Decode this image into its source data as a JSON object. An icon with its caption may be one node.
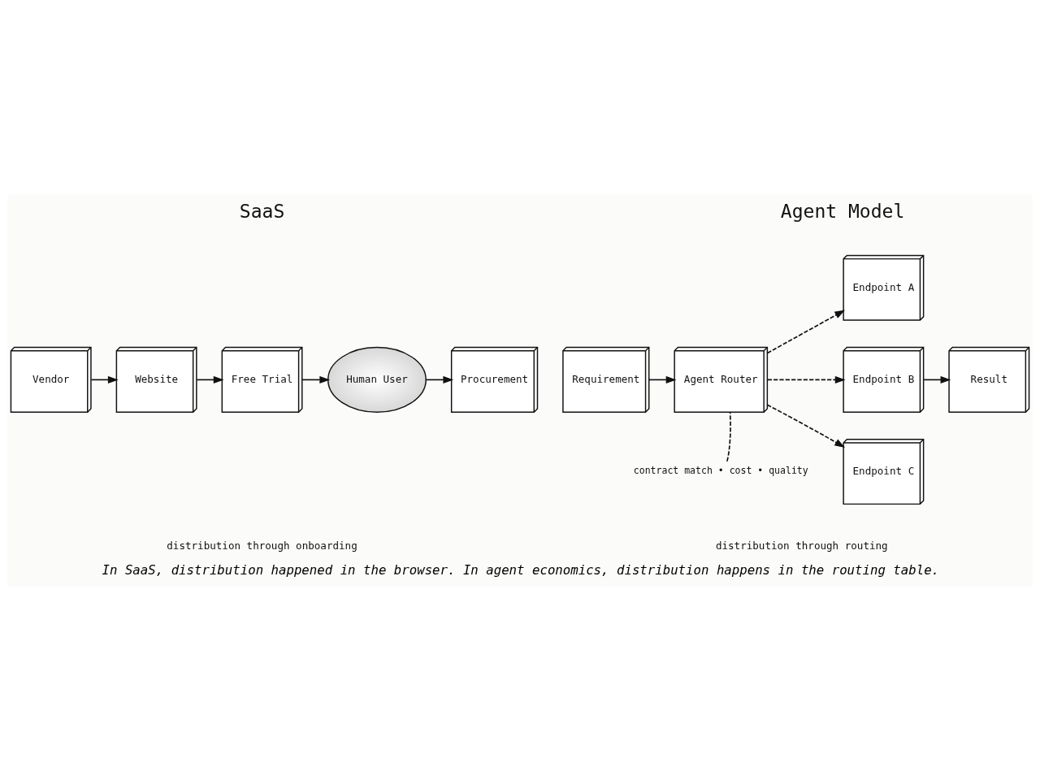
{
  "diagram": {
    "caption": "In SaaS, distribution happened in the browser. In agent economics, distribution happens in the routing table.",
    "nodes": [
      {
        "text": [
          "Vendor"
        ]
      },
      {
        "text": [
          "Website"
        ]
      },
      {
        "text": [
          "Free Trial"
        ]
      },
      {
        "text": [
          "Human User"
        ]
      },
      {
        "text": [
          "Procurement"
        ]
      },
      {
        "text": [
          "Requirement"
        ]
      },
      {
        "text": [
          "Agent Router"
        ]
      },
      {
        "text": [
          "Endpoint A"
        ]
      },
      {
        "text": [
          "Endpoint B"
        ]
      },
      {
        "text": [
          "Endpoint C"
        ]
      },
      {
        "text": [
          "Result"
        ]
      },
      {
        "text": [
          "contract match • cost • quality"
        ]
      }
    ],
    "edges": [
      {
        "from": 0,
        "to": 1,
        "arrow": "to"
      },
      {
        "from": 1,
        "to": 2,
        "arrow": "to"
      },
      {
        "from": 2,
        "to": 3,
        "arrow": "to"
      },
      {
        "from": 3,
        "to": 4,
        "arrow": "to"
      },
      {
        "from": 5,
        "to": 6,
        "arrow": "to"
      },
      {
        "from": 6,
        "to": 7,
        "arrow": "to",
        "style": "dashed"
      },
      {
        "from": 6,
        "to": 8,
        "arrow": "to",
        "style": "dashed"
      },
      {
        "from": 6,
        "to": 9,
        "arrow": "to",
        "style": "dashed"
      },
      {
        "from": 8,
        "to": 10,
        "arrow": "to"
      },
      {
        "from": 11,
        "to": 6,
        "arrow": "none",
        "style": "dashed"
      }
    ],
    "labels": [
      "SaaS",
      "Agent Model",
      "distribution through onboarding",
      "distribution through routing"
    ]
  }
}
